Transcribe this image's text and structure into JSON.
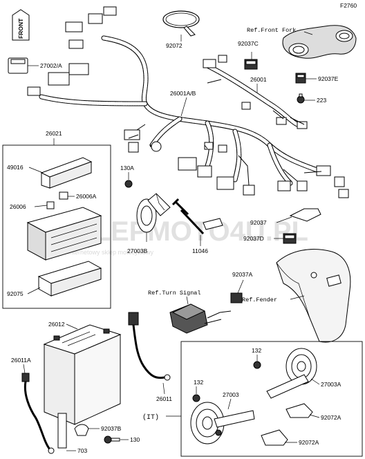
{
  "diagram": {
    "figure_code": "F2760",
    "front_label": "FRONT",
    "watermark": {
      "main": "SKLEPMOTO4U.PL",
      "sub": "Internetowy sklep motocyklowy"
    },
    "callouts": {
      "p27002A": "27002/A",
      "p92072": "92072",
      "p92037C": "92037C",
      "refFrontFork": "Ref.Front Fork",
      "p26001": "26001",
      "p92037E": "92037E",
      "p223": "223",
      "p26001AB": "26001A/B",
      "p26021": "26021",
      "p49016": "49016",
      "p26006A": "26006A",
      "p26006": "26006",
      "p92075": "92075",
      "p130A": "130A",
      "p27003B": "27003B",
      "p11046": "11046",
      "p92037": "92037",
      "p92037D": "92037D",
      "p92037A": "92037A",
      "refTurnSignal": "Ref.Turn Signal",
      "refFender": "Ref.Fender",
      "p26012": "26012",
      "p26011A": "26011A",
      "p26011": "26011",
      "p92037B": "92037B",
      "p130": "130",
      "p703": "703",
      "p132a": "132",
      "p132b": "132",
      "p27003": "27003",
      "p27003A": "27003A",
      "p92072A1": "92072A",
      "p92072A2": "92072A",
      "it": "(IT)"
    }
  }
}
